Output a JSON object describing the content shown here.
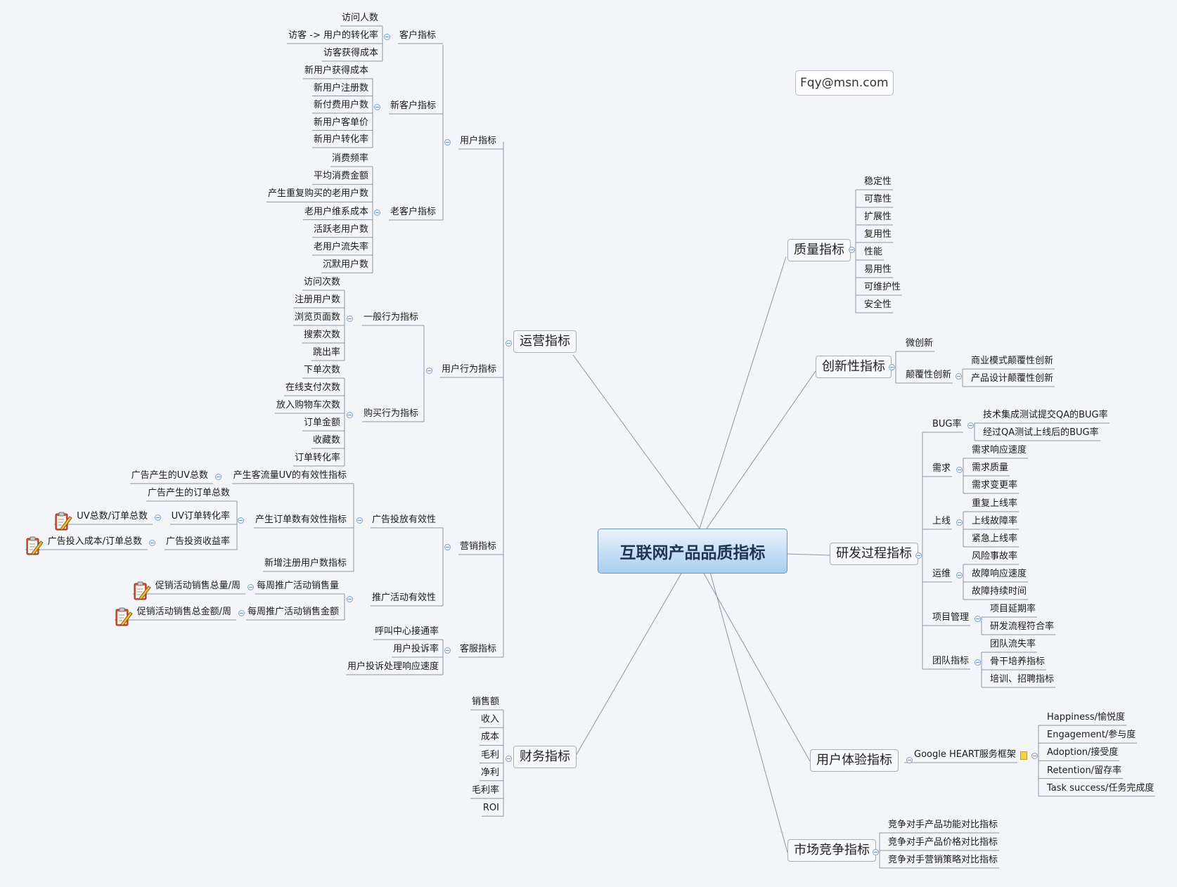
{
  "root": "互联网产品品质指标",
  "email": "Fqy@msn.com",
  "icons": {
    "attachment": "clipboard-pencil-icon",
    "note": "note-icon",
    "collapse": "collapse-toggle-icon"
  },
  "branches": {
    "operations": {
      "label": "运营指标",
      "user": {
        "label": "用户指标",
        "customer": {
          "label": "客户指标",
          "items": [
            "访问人数",
            "访客 -> 用户的转化率",
            "访客获得成本"
          ]
        },
        "new_customer": {
          "label": "新客户指标",
          "items": [
            "新用户获得成本",
            "新用户注册数",
            "新付费用户数",
            "新用户客单价",
            "新用户转化率"
          ]
        },
        "old_customer": {
          "label": "老客户指标",
          "items": [
            "消费频率",
            "平均消费金额",
            "产生重复购买的老用户数",
            "老用户维系成本",
            "活跃老用户数",
            "老用户流失率",
            "沉默用户数"
          ]
        }
      },
      "behavior": {
        "label": "用户行为指标",
        "general": {
          "label": "一般行为指标",
          "items": [
            "访问次数",
            "注册用户数",
            "浏览页面数",
            "搜索次数",
            "跳出率"
          ]
        },
        "purchase": {
          "label": "购买行为指标",
          "items": [
            "下单次数",
            "在线支付次数",
            "放入购物车次数",
            "订单金额",
            "收藏数",
            "订单转化率"
          ]
        }
      },
      "marketing": {
        "label": "营销指标",
        "ad": {
          "label": "广告投放有效性",
          "uv": {
            "label": "产生客流量UV的有效性指标",
            "item": "广告产生的UV总数"
          },
          "order": {
            "label": "产生订单数有效性指标",
            "total": "广告产生的订单总数",
            "uv_conv": {
              "label": "UV订单转化率",
              "item": "UV总数/订单总数"
            },
            "roi": {
              "label": "广告投资收益率",
              "item": "广告投入成本/订单总数"
            }
          },
          "new_reg": "新增注册用户数指标"
        },
        "promo": {
          "label": "推广活动有效性",
          "weekly_qty": {
            "label": "每周推广活动销售量",
            "item": "促销活动销售总量/周"
          },
          "weekly_amt": {
            "label": "每周推广活动销售金额",
            "item": "促销活动销售总金额/周"
          }
        }
      },
      "service": {
        "label": "客服指标",
        "items": [
          "呼叫中心接通率",
          "用户投诉率",
          "用户投诉处理响应速度"
        ]
      }
    },
    "finance": {
      "label": "财务指标",
      "items": [
        "销售额",
        "收入",
        "成本",
        "毛利",
        "净利",
        "毛利率",
        "ROI"
      ]
    },
    "quality": {
      "label": "质量指标",
      "items": [
        "稳定性",
        "可靠性",
        "扩展性",
        "复用性",
        "性能",
        "易用性",
        "可维护性",
        "安全性"
      ]
    },
    "innovation": {
      "label": "创新性指标",
      "micro": "微创新",
      "disruptive": {
        "label": "颠覆性创新",
        "items": [
          "商业模式颠覆性创新",
          "产品设计颠覆性创新"
        ]
      }
    },
    "rd": {
      "label": "研发过程指标",
      "bug": {
        "label": "BUG率",
        "items": [
          "技术集成测试提交QA的BUG率",
          "经过QA测试上线后的BUG率"
        ]
      },
      "req": {
        "label": "需求",
        "items": [
          "需求响应速度",
          "需求质量",
          "需求变更率"
        ]
      },
      "release": {
        "label": "上线",
        "items": [
          "重复上线率",
          "上线故障率",
          "紧急上线率"
        ]
      },
      "ops": {
        "label": "运维",
        "items": [
          "风险事故率",
          "故障响应速度",
          "故障持续时间"
        ]
      },
      "pm": {
        "label": "项目管理",
        "items": [
          "项目延期率",
          "研发流程符合率"
        ]
      },
      "team": {
        "label": "团队指标",
        "items": [
          "团队流失率",
          "骨干培养指标",
          "培训、招聘指标"
        ]
      }
    },
    "ux": {
      "label": "用户体验指标",
      "heart": {
        "label": "Google HEART服务框架",
        "items": [
          "Happiness/愉悦度",
          "Engagement/参与度",
          "Adoption/接受度",
          "Retention/留存率",
          "Task success/任务完成度"
        ]
      }
    },
    "market": {
      "label": "市场竞争指标",
      "items": [
        "竞争对手产品功能对比指标",
        "竞争对手产品价格对比指标",
        "竞争对手营销策略对比指标"
      ]
    }
  }
}
